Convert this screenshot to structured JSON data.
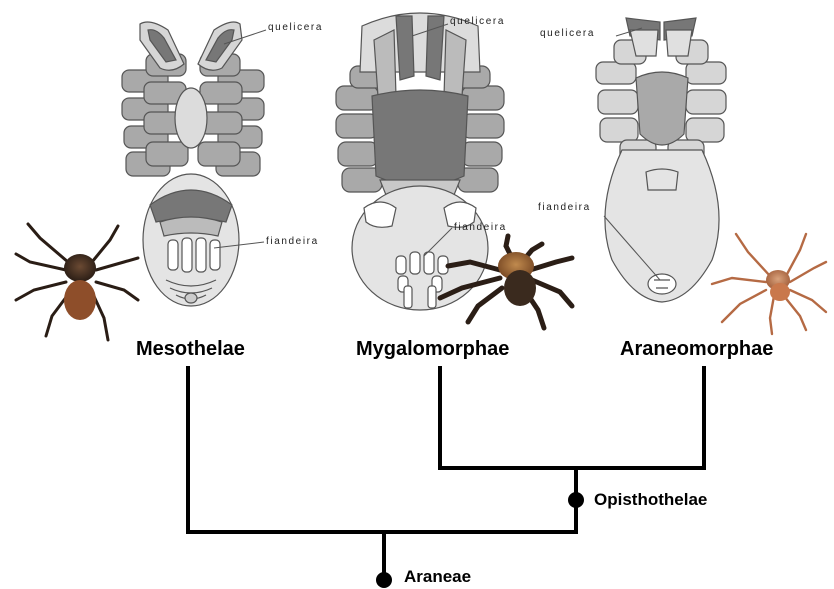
{
  "taxa": {
    "mesothelae": "Mesothelae",
    "mygalomorphae": "Mygalomorphae",
    "araneomorphae": "Araneomorphae"
  },
  "nodes": {
    "opisthothelae": "Opisthothelae",
    "araneae": "Araneae"
  },
  "parts": {
    "chelicera": "quelicera",
    "spinneret": "fiandeira"
  },
  "colors": {
    "dark_plate": "#777777",
    "mid_plate": "#a9a9a9",
    "light_plate": "#d6d6d6",
    "abdomen": "#e4e4e4",
    "outline": "#555555",
    "tree_line": "#000000"
  }
}
